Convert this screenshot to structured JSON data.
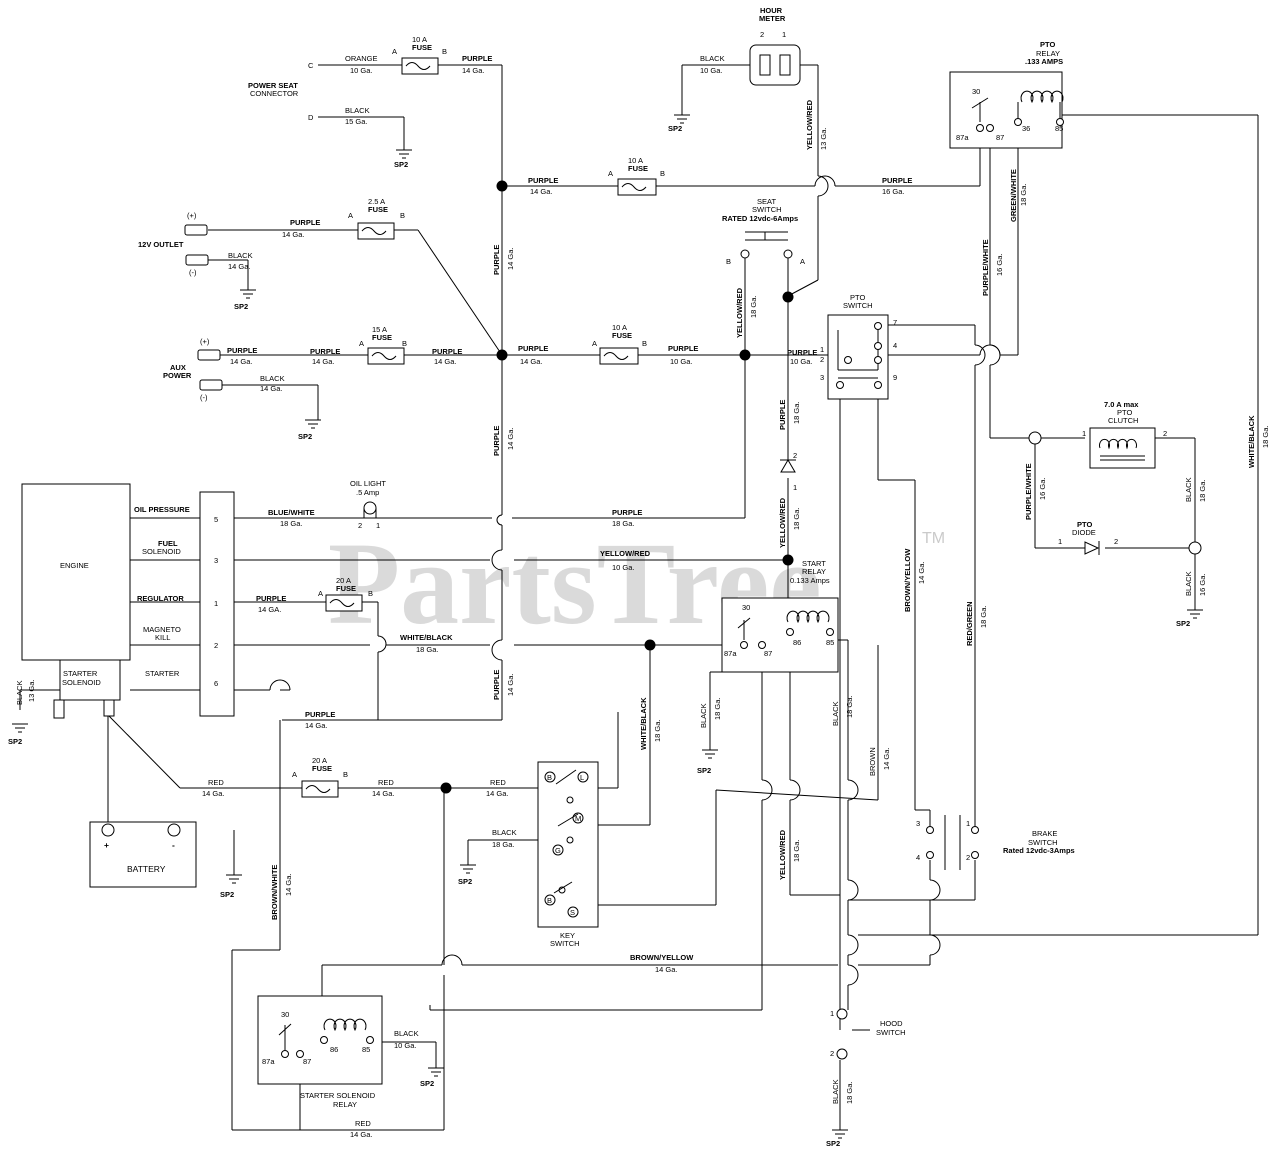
{
  "watermark": {
    "text": "PartsTree",
    "mark": "TM"
  },
  "components": {
    "hour_meter": {
      "title": "HOUR",
      "title2": "METER",
      "pin2": "2",
      "pin1": "1"
    },
    "pto_relay": {
      "title": "PTO",
      "sub": "RELAY",
      "rating": ".133 AMPS",
      "p30": "30",
      "p87a": "87a",
      "p87": "87",
      "p36": "36",
      "p85": "85"
    },
    "power_seat": {
      "line1": "POWER SEAT",
      "line2": "CONNECTOR",
      "c": "C",
      "d": "D"
    },
    "outlet": {
      "label": "12V OUTLET",
      "plus": "(+)",
      "minus": "(-)"
    },
    "aux": {
      "line1": "AUX",
      "line2": "POWER",
      "plus": "(+)",
      "minus": "(-)"
    },
    "seat_switch": {
      "line1": "SEAT",
      "line2": "SWITCH",
      "rating": "RATED 12vdc-6Amps",
      "b": "B",
      "a": "A"
    },
    "pto_switch": {
      "line1": "PTO",
      "line2": "SWITCH",
      "p1": "1",
      "p2": "2",
      "p3": "3",
      "p4": "4",
      "p7": "7",
      "p9": "9"
    },
    "pto_clutch": {
      "rating": "7.0 A max",
      "line1": "PTO",
      "line2": "CLUTCH",
      "p1": "1",
      "p2": "2"
    },
    "pto_diode": {
      "line1": "PTO",
      "line2": "DIODE",
      "p1": "1",
      "p2": "2"
    },
    "engine": {
      "label": "ENGINE",
      "oil_pressure": "OIL PRESSURE",
      "fuel": "FUEL",
      "solenoid": "SOLENOID",
      "regulator": "REGULATOR",
      "magneto": "MAGNETO",
      "kill": "KILL",
      "starter": "STARTER",
      "pin5": "5",
      "pin3": "3",
      "pin1": "1",
      "pin2": "2",
      "pin6": "6"
    },
    "starter_solenoid_block": {
      "line1": "STARTER",
      "line2": "SOLENOID"
    },
    "oil_light": {
      "line1": "OIL LIGHT",
      "line2": ".5 Amp",
      "p2": "2",
      "p1": "1"
    },
    "start_relay": {
      "line1": "START",
      "line2": "RELAY",
      "rating": "0.133 Amps",
      "p30": "30",
      "p87a": "87a",
      "p87": "87",
      "p86": "86",
      "p85": "85"
    },
    "battery": {
      "label": "BATTERY",
      "plus": "+",
      "minus": "-"
    },
    "key_switch": {
      "line1": "KEY",
      "line2": "SWITCH",
      "b": "B",
      "l": "L",
      "m": "M",
      "g": "G",
      "s": "S"
    },
    "brake_switch": {
      "line1": "BRAKE",
      "line2": "SWITCH",
      "rating": "Rated 12vdc-3Amps",
      "p3": "3",
      "p4": "4",
      "p1": "1",
      "p2": "2"
    },
    "hood_switch": {
      "line1": "HOOD",
      "line2": "SWITCH",
      "p1": "1",
      "p2": "2"
    },
    "starter_relay": {
      "line1": "STARTER SOLENOID",
      "line2": "RELAY",
      "p30": "30",
      "p87a": "87a",
      "p87": "87",
      "p86": "86",
      "p85": "85"
    }
  },
  "fuses": {
    "f10_seat": {
      "amps": "10 A",
      "label": "FUSE",
      "a": "A",
      "b": "B"
    },
    "f10_meter": {
      "amps": "10 A",
      "label": "FUSE",
      "a": "A",
      "b": "B"
    },
    "f25": {
      "amps": "2.5 A",
      "label": "FUSE",
      "a": "A",
      "b": "B"
    },
    "f15": {
      "amps": "15 A",
      "label": "FUSE",
      "a": "A",
      "b": "B"
    },
    "f10_mid": {
      "amps": "10 A",
      "label": "FUSE",
      "a": "A",
      "b": "B"
    },
    "f20_reg": {
      "amps": "20 A",
      "label": "FUSE",
      "a": "A",
      "b": "B"
    },
    "f20_bat": {
      "amps": "20 A",
      "label": "FUSE",
      "a": "A",
      "b": "B"
    }
  },
  "grounds": {
    "label": "SP2"
  },
  "wires": {
    "orange10": {
      "color": "ORANGE",
      "ga": "10 Ga."
    },
    "purple14_seat": {
      "color": "PURPLE",
      "ga": "14 Ga."
    },
    "black15": {
      "color": "BLACK",
      "ga": "15 Ga."
    },
    "black10_meter": {
      "color": "BLACK",
      "ga": "10 Ga."
    },
    "yelred13": {
      "color": "YELLOW/RED",
      "ga": "13 Ga."
    },
    "purple14_top": {
      "color": "PURPLE",
      "ga": "14 Ga."
    },
    "purple16_relay": {
      "color": "PURPLE",
      "ga": "16 Ga."
    },
    "purple14_outlet": {
      "color": "PURPLE",
      "ga": "14 Ga."
    },
    "black14_outlet": {
      "color": "BLACK",
      "ga": "14 Ga."
    },
    "purple14_vert1": {
      "color": "PURPLE",
      "ga": "14 Ga."
    },
    "purple14_aux": {
      "color": "PURPLE",
      "ga": "14 Ga."
    },
    "purple14_aux2": {
      "color": "PURPLE",
      "ga": "14 Ga."
    },
    "purple14_aux3": {
      "color": "PURPLE",
      "ga": "14 Ga."
    },
    "purple14_mid": {
      "color": "PURPLE",
      "ga": "14 Ga."
    },
    "purple10_mid": {
      "color": "PURPLE",
      "ga": "10 Ga."
    },
    "purple10_pto": {
      "color": "PURPLE",
      "ga": "10 Ga."
    },
    "black14_aux": {
      "color": "BLACK",
      "ga": "14 Ga."
    },
    "yelred18_seat": {
      "color": "YELLOW/RED",
      "ga": "18 Ga."
    },
    "purwht16": {
      "color": "PURPLE/WHITE",
      "ga": "16 Ga."
    },
    "grnwht18": {
      "color": "GREEN/WHITE",
      "ga": "18 Ga."
    },
    "purple14_vert2": {
      "color": "PURPLE",
      "ga": "14 Ga."
    },
    "purple18_diode": {
      "color": "PURPLE",
      "ga": "18 Ga."
    },
    "bluwht18": {
      "color": "BLUE/WHITE",
      "ga": "18 Ga."
    },
    "purple18_oil": {
      "color": "PURPLE",
      "ga": "18 Ga."
    },
    "yelred18_start": {
      "color": "YELLOW/RED",
      "ga": "18 Ga."
    },
    "yelred10_fuel": {
      "color": "YELLOW/RED",
      "ga": "10 Ga."
    },
    "purple14_reg": {
      "color": "PURPLE",
      "ga": "14 GA."
    },
    "whtblk18_kill": {
      "color": "WHITE/BLACK",
      "ga": "18 Ga."
    },
    "purple14_vert3": {
      "color": "PURPLE",
      "ga": "14 Ga."
    },
    "purple14_bottom": {
      "color": "PURPLE",
      "ga": "14 Ga."
    },
    "black13_engine": {
      "color": "BLACK",
      "ga": "13 Ga."
    },
    "whtblk18_key": {
      "color": "WHITE/BLACK",
      "ga": "18 Ga."
    },
    "black18_relay": {
      "color": "BLACK",
      "ga": "18 Ga."
    },
    "black18_relay85": {
      "color": "BLACK",
      "ga": "18 Ga."
    },
    "brnyel14": {
      "color": "BROWN/YELLOW",
      "ga": "14 Ga."
    },
    "brown14": {
      "color": "BROWN",
      "ga": "14 Ga."
    },
    "redgrn18": {
      "color": "RED/GREEN",
      "ga": "18 Ga."
    },
    "whtblk18_right": {
      "color": "WHITE/BLACK",
      "ga": "18 Ga."
    },
    "purwht16_clutch": {
      "color": "PURPLE/WHITE",
      "ga": "16 Ga."
    },
    "black18_clutch": {
      "color": "BLACK",
      "ga": "18 Ga."
    },
    "black16_diode": {
      "color": "BLACK",
      "ga": "16 Ga."
    },
    "red14_bat": {
      "color": "RED",
      "ga": "14 Ga."
    },
    "red14_fuse": {
      "color": "RED",
      "ga": "14 Ga."
    },
    "red14_key": {
      "color": "RED",
      "ga": "14 Ga."
    },
    "black18_key": {
      "color": "BLACK",
      "ga": "18 Ga."
    },
    "yelred18_brake": {
      "color": "YELLOW/RED",
      "ga": "18 Ga."
    },
    "brnwht14": {
      "color": "BROWN/WHITE",
      "ga": "14 Ga."
    },
    "brnyel14_bottom": {
      "color": "BROWN/YELLOW",
      "ga": "14 Ga."
    },
    "black10_relay": {
      "color": "BLACK",
      "ga": "10 Ga."
    },
    "red14_relay": {
      "color": "RED",
      "ga": "14 Ga."
    },
    "black18_hood": {
      "color": "BLACK",
      "ga": "18 Ga."
    }
  }
}
